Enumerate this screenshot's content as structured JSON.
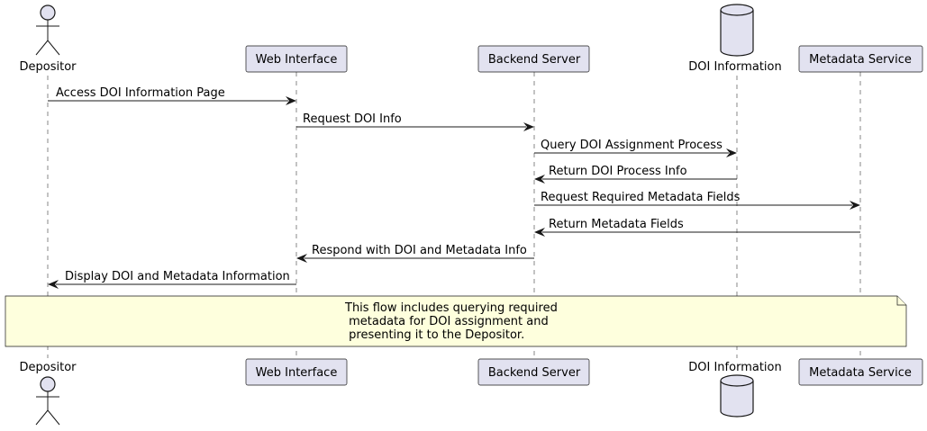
{
  "participants": {
    "depositor": {
      "label": "Depositor",
      "kind": "actor"
    },
    "web": {
      "label": "Web Interface",
      "kind": "participant"
    },
    "backend": {
      "label": "Backend Server",
      "kind": "participant"
    },
    "doi": {
      "label": "DOI Information",
      "kind": "database"
    },
    "meta": {
      "label": "Metadata Service",
      "kind": "participant"
    }
  },
  "messages": [
    {
      "from": "depositor",
      "to": "web",
      "label": "Access DOI Information Page"
    },
    {
      "from": "web",
      "to": "backend",
      "label": "Request DOI Info"
    },
    {
      "from": "backend",
      "to": "doi",
      "label": "Query DOI Assignment Process"
    },
    {
      "from": "doi",
      "to": "backend",
      "label": "Return DOI Process Info"
    },
    {
      "from": "backend",
      "to": "meta",
      "label": "Request Required Metadata Fields"
    },
    {
      "from": "meta",
      "to": "backend",
      "label": "Return Metadata Fields"
    },
    {
      "from": "backend",
      "to": "web",
      "label": "Respond with DOI and Metadata Info"
    },
    {
      "from": "web",
      "to": "depositor",
      "label": "Display DOI and Metadata Information"
    }
  ],
  "note": {
    "lines": [
      "This flow includes querying required",
      " metadata for DOI assignment and",
      " presenting it to the Depositor."
    ]
  },
  "colors": {
    "participant_fill": "#E2E2F0",
    "note_fill": "#FEFFDD",
    "stroke": "#181818"
  }
}
